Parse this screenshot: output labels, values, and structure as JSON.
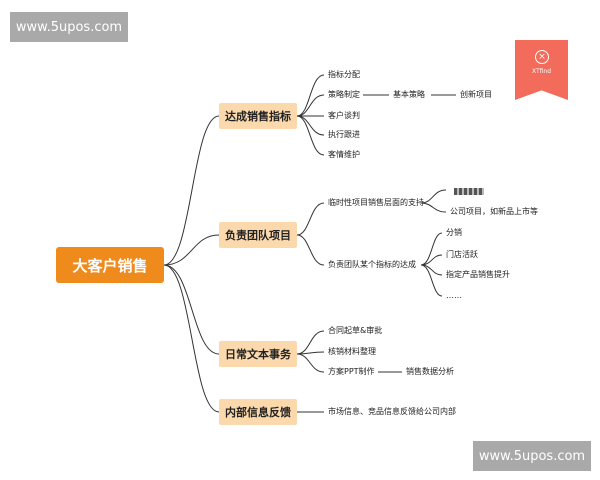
{
  "watermark": {
    "top": "www.5upos.com",
    "bottom": "www.5upos.com"
  },
  "corner_badge": {
    "icon": "close-circle-icon",
    "text": "XTfind"
  },
  "root": "大客户销售",
  "branches": [
    {
      "label": "达成销售指标",
      "leaves": [
        "指标分配",
        "策略制定",
        "客户谈判",
        "执行跟进",
        "客情维护"
      ],
      "strategy_chain": [
        "基本策略",
        "创新项目"
      ]
    },
    {
      "label": "负责团队项目",
      "leaves": [
        "临时性项目销售层面的支持",
        "负责团队某个指标的达成"
      ],
      "support_children": [
        "公司项目，如新品上市等"
      ],
      "target_children": [
        "分销",
        "门店活跃",
        "指定产品销售提升",
        "……"
      ]
    },
    {
      "label": "日常文本事务",
      "leaves": [
        "合同起草&审批",
        "核销材料整理",
        "方案PPT制作"
      ],
      "ppt_child": "销售数据分析"
    },
    {
      "label": "内部信息反馈",
      "leaves": [
        "市场信息、竞品信息反馈给公司内部"
      ]
    }
  ],
  "colors": {
    "root": "#ef8a1c",
    "branch": "#fcd9ad",
    "line": "#333333",
    "badge": "#f26b5b",
    "watermark": "#a9a9a9"
  }
}
